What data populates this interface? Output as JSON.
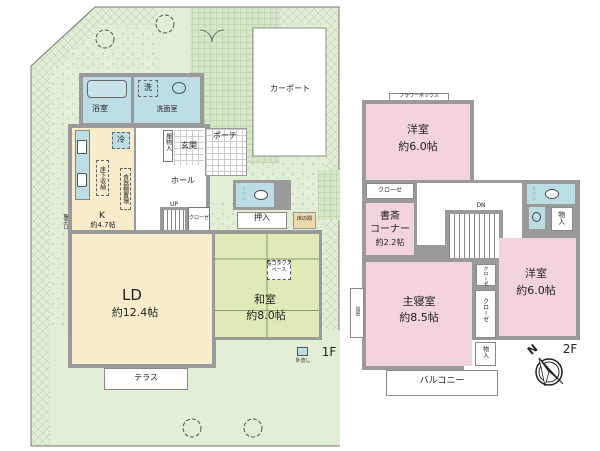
{
  "plan": {
    "floor1": {
      "label": "1F",
      "rooms": {
        "bath": "浴室",
        "washer": "洗",
        "washroom": "洗面室",
        "carport": "カーポート",
        "porch": "ポーチ",
        "entrance": "玄関",
        "shoe_storage": "履物入",
        "fridge": "冷",
        "underfloor_storage_1": "床下収納",
        "underfloor_storage_2": "床下収納",
        "pantry": "食器棚置場",
        "kitchen": "K",
        "kitchen_size": "約4.7帖",
        "service_door": "勝手口",
        "hall": "ホール",
        "stairs_up": "UP",
        "closet": "クローゼ",
        "toilet": "トイレ",
        "oshiire": "押入",
        "tokonoma": "床の間",
        "ld": "LD",
        "ld_size": "約12.4帖",
        "washitsu": "和室",
        "washitsu_size": "約8.0帖",
        "horigotatsu": "掘ゴタツスペース",
        "terrace": "テラス",
        "outdoor_sink": "外流し"
      }
    },
    "floor2": {
      "label": "2F",
      "rooms": {
        "flower_box": "フラワーボックス",
        "western_room_1": "洋室",
        "western_room_1_size": "約6.0帖",
        "closet_1": "クローゼ",
        "study": "書斎コーナー",
        "study_line1": "書斎",
        "study_line2": "コーナー",
        "study_size": "約2.2帖",
        "stairs_down": "DN",
        "toilet": "トイレ",
        "storage_1": "物入",
        "western_room_2": "洋室",
        "western_room_2_size": "約6.0帖",
        "closet_2": "クローゼ",
        "master_bedroom": "主寝室",
        "master_bedroom_size": "約8.5帖",
        "closet_3": "クローゼ",
        "storage_2": "物入",
        "window_seat": "出窓",
        "balcony": "バルコニー"
      }
    },
    "compass": {
      "label": "N"
    },
    "colors": {
      "garden": "#e3eed6",
      "lattice": "#d4e4c4",
      "wall": "#9a9a9a",
      "wet_area": "#bcdde3",
      "kitchen_ld": "#f9ecca",
      "tatami": "#dfeab8",
      "bedroom": "#f3d3e0",
      "tokonoma": "#efd9aa"
    }
  }
}
